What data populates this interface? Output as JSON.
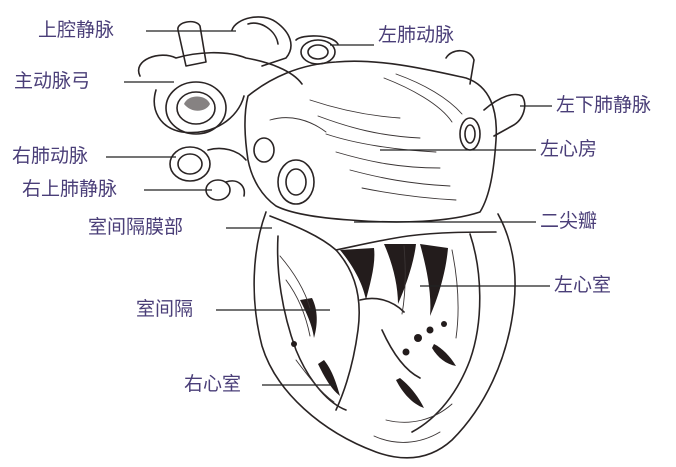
{
  "figure": {
    "labels": {
      "superior_vena_cava": "上腔静脉",
      "aortic_arch": "主动脉弓",
      "right_pulmonary_artery": "右肺动脉",
      "right_superior_pulmonary_vein": "右上肺静脉",
      "membranous_septum": "室间隔膜部",
      "interventricular_septum": "室间隔",
      "right_ventricle": "右心室",
      "left_pulmonary_artery": "左肺动脉",
      "left_inferior_pulmonary_vein": "左下肺静脉",
      "left_atrium": "左心房",
      "mitral_valve": "二尖瓣",
      "left_ventricle": "左心室"
    },
    "colors": {
      "label_text": "#4a3e78",
      "ink": "#2a2424",
      "background": "#ffffff"
    }
  }
}
